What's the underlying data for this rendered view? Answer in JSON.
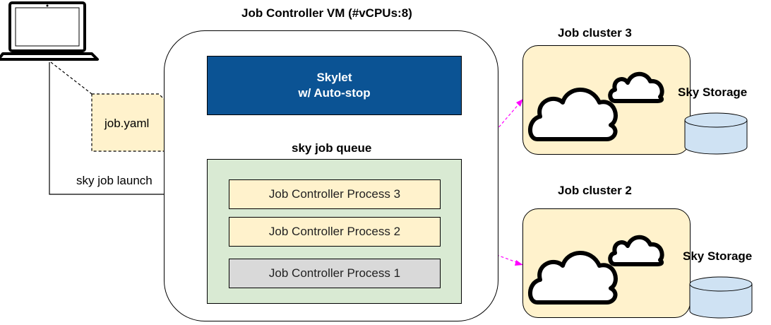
{
  "vm": {
    "title": "Job Controller VM (#vCPUs:8)"
  },
  "skylet": {
    "line1": "Skylet",
    "line2": "w/ Auto-stop"
  },
  "queue": {
    "title": "sky job queue"
  },
  "processes": [
    {
      "label": "Job Controller Process 3",
      "state": "active"
    },
    {
      "label": "Job Controller Process 2",
      "state": "active"
    },
    {
      "label": "Job Controller Process 1",
      "state": "idle"
    }
  ],
  "user": {
    "file_label": "job.yaml",
    "command_label": "sky job launch"
  },
  "clusters": [
    {
      "title": "Job cluster 3",
      "storage_label": "Sky Storage"
    },
    {
      "title": "Job cluster 2",
      "storage_label": "Sky Storage"
    }
  ],
  "colors": {
    "skylet": "#0b5394",
    "queue": "#d9ead3",
    "active_process": "#fff2cc",
    "idle_process": "#d9d9d9",
    "cluster": "#fff2cc",
    "storage": "#cfe2f3",
    "link": "#ff00ff"
  }
}
